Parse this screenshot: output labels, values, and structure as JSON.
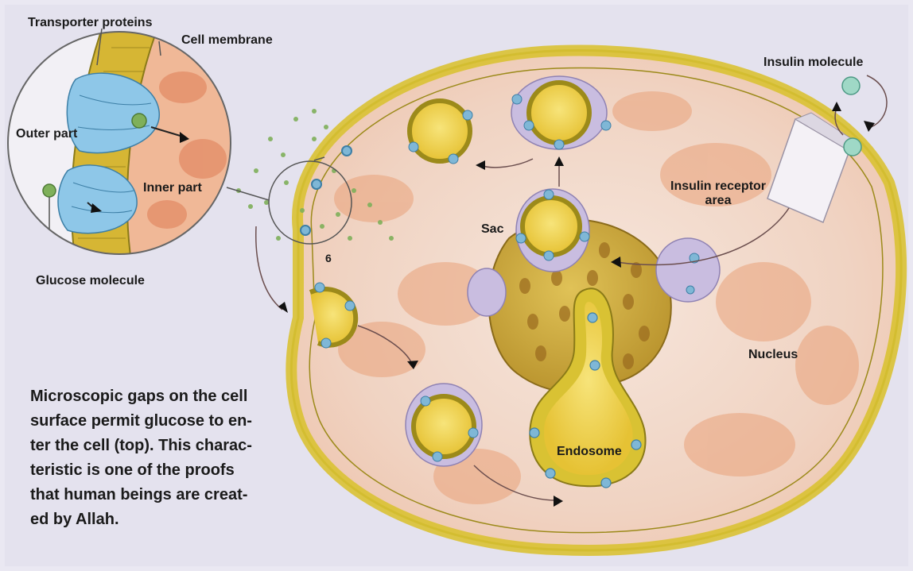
{
  "labels": {
    "transporter_proteins": "Transporter proteins",
    "cell_membrane": "Cell membrane",
    "outer_part": "Outer part",
    "inner_part": "Inner part",
    "glucose_molecule": "Glucose molecule",
    "insulin_molecule": "Insulin molecule",
    "insulin_receptor_area": "Insulin receptor\narea",
    "sac": "Sac",
    "nucleus": "Nucleus",
    "endosome": "Endosome",
    "number_six": "6"
  },
  "caption": "Microscopic gaps on the cell\nsurface permit glucose to en-\nter the cell (top). This charac-\nteristic is one of the proofs\nthat human beings are creat-\ned by Allah.",
  "colors": {
    "background": "#e4e2ee",
    "cytoplasm": "#f3ddd0",
    "cytoplasm_spots": "#e9a27a",
    "membrane": "#d9c233",
    "membrane_edge": "#9c8a1a",
    "vesicle_inner": "#f1d448",
    "nucleus": "#c9a437",
    "transporter": "#8ec7e8",
    "glucose": "#7fb05a",
    "insulin": "#9fd8c6"
  }
}
